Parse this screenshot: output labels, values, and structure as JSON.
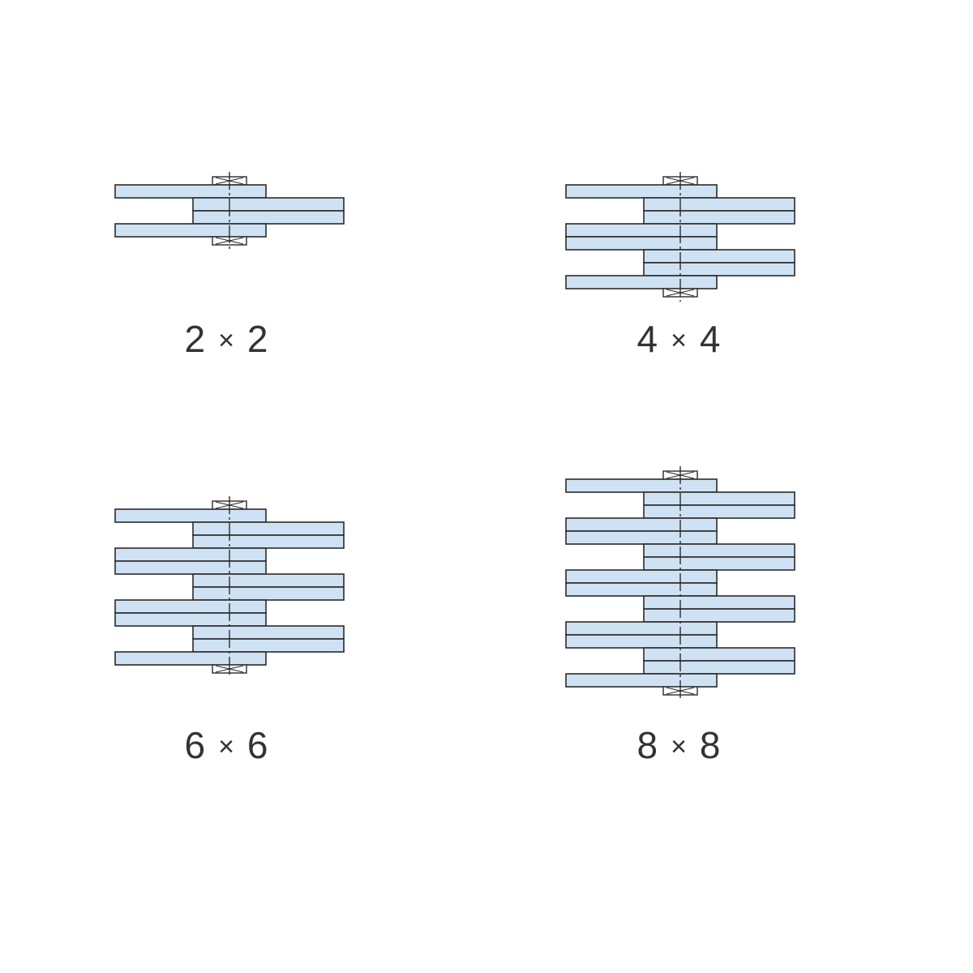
{
  "colors": {
    "plate_fill": "#cfe2f3",
    "plate_stroke": "#2b2b2b",
    "caption_text": "#333333"
  },
  "diagrams": [
    {
      "id": "2x2",
      "layers": 2,
      "caption": {
        "a": "2",
        "sep": "×",
        "b": "2"
      }
    },
    {
      "id": "4x4",
      "layers": 4,
      "caption": {
        "a": "4",
        "sep": "×",
        "b": "4"
      }
    },
    {
      "id": "6x6",
      "layers": 6,
      "caption": {
        "a": "6",
        "sep": "×",
        "b": "6"
      }
    },
    {
      "id": "8x8",
      "layers": 8,
      "caption": {
        "a": "8",
        "sep": "×",
        "b": "8"
      }
    }
  ]
}
